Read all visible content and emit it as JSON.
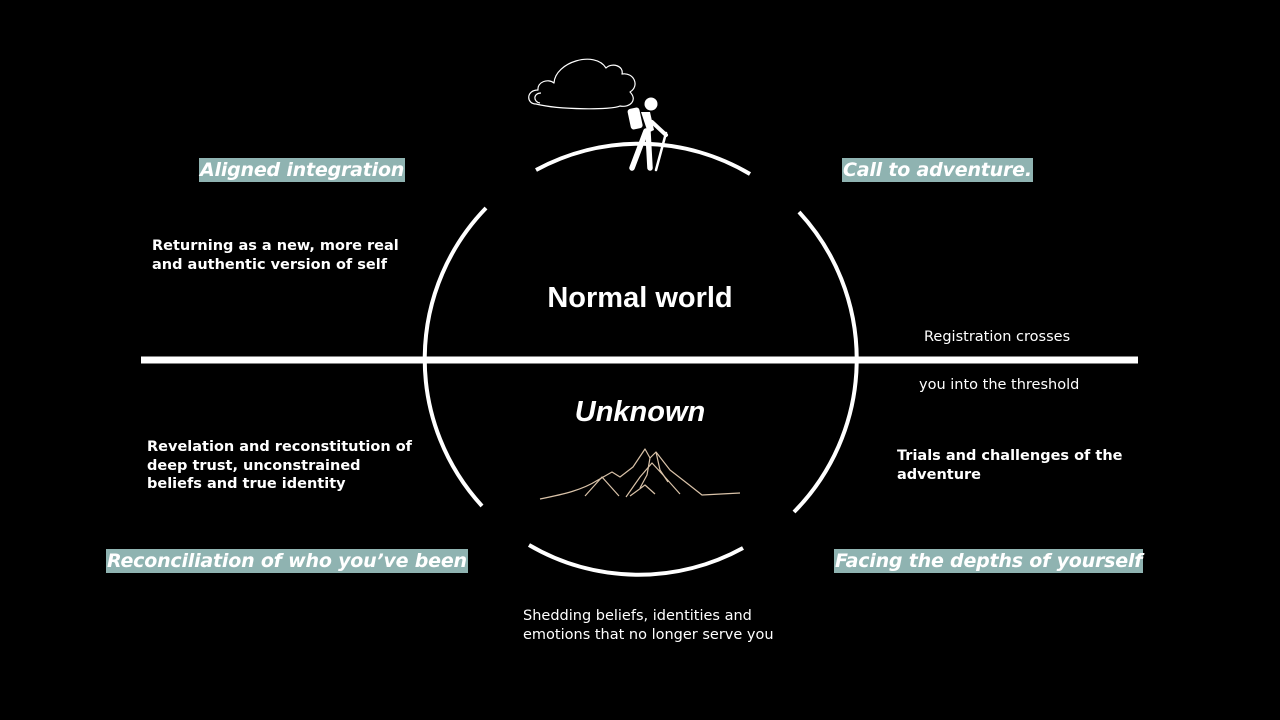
{
  "colors": {
    "background": "#000000",
    "stroke": "#ffffff",
    "tag_background": "#8fb3b1",
    "mountain": "#d9c2a8"
  },
  "icons": {
    "cloud": "cloud-icon",
    "hiker": "hiker-icon",
    "mountain": "mountain-icon"
  },
  "center": {
    "top_label": "Normal world",
    "bottom_label": "Unknown"
  },
  "stages": {
    "top_left": {
      "title": "Aligned integration",
      "description": "Returning as a new, more real and authentic version of self"
    },
    "top_right": {
      "title": "Call to adventure.",
      "description_line1": "Registration crosses",
      "description_line2": "you into the threshold"
    },
    "bottom_right": {
      "title": "Facing the depths of yourself",
      "description": "Trials and challenges of the adventure"
    },
    "bottom_left": {
      "title": "Reconciliation of who you’ve been",
      "description": "Revelation and reconstitution of deep trust, unconstrained beliefs and true identity"
    },
    "bottom": {
      "description": "Shedding beliefs, identities and emotions that no longer serve you"
    }
  }
}
